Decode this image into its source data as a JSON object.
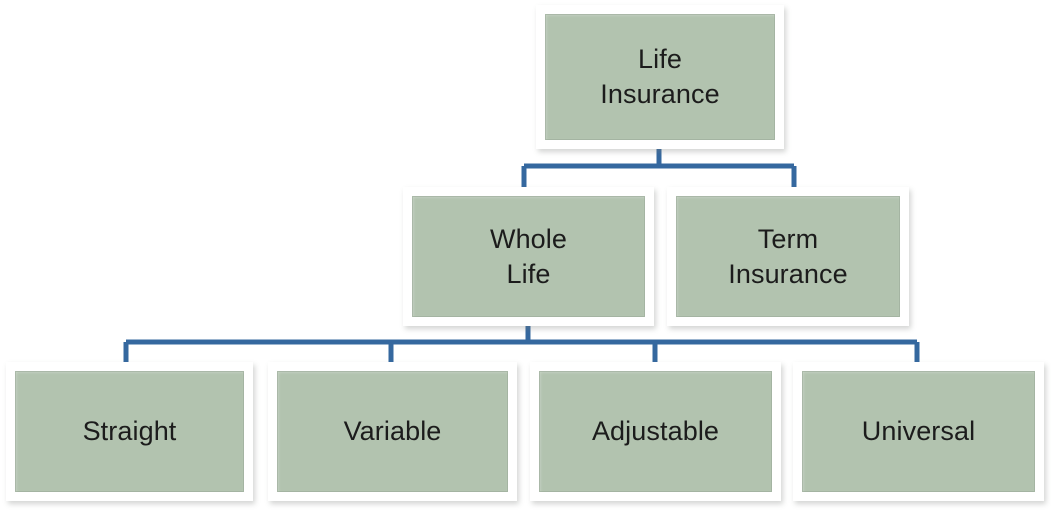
{
  "diagram": {
    "title": "Life Insurance",
    "type": "hierarchy-tree",
    "background_color": "#ffffff",
    "node_fill_color": "#b2c3af",
    "node_frame_color": "#ffffff",
    "node_text_color": "#1c1c1c",
    "connector_color": "#35689f"
  },
  "nodes": {
    "root": {
      "id": "life-insurance",
      "label": "Life\nInsurance",
      "level": 1
    },
    "level2": [
      {
        "id": "whole-life",
        "label": "Whole\nLife",
        "level": 2
      },
      {
        "id": "term-insurance",
        "label": "Term\nInsurance",
        "level": 2
      }
    ],
    "level3": [
      {
        "id": "straight",
        "label": "Straight",
        "level": 3
      },
      {
        "id": "variable",
        "label": "Variable",
        "level": 3
      },
      {
        "id": "adjustable",
        "label": "Adjustable",
        "level": 3
      },
      {
        "id": "universal",
        "label": "Universal",
        "level": 3
      }
    ]
  },
  "connections": [
    {
      "from": "life-insurance",
      "to": "whole-life"
    },
    {
      "from": "life-insurance",
      "to": "term-insurance"
    },
    {
      "from": "whole-life",
      "to": "straight"
    },
    {
      "from": "whole-life",
      "to": "variable"
    },
    {
      "from": "whole-life",
      "to": "adjustable"
    },
    {
      "from": "whole-life",
      "to": "universal"
    }
  ]
}
